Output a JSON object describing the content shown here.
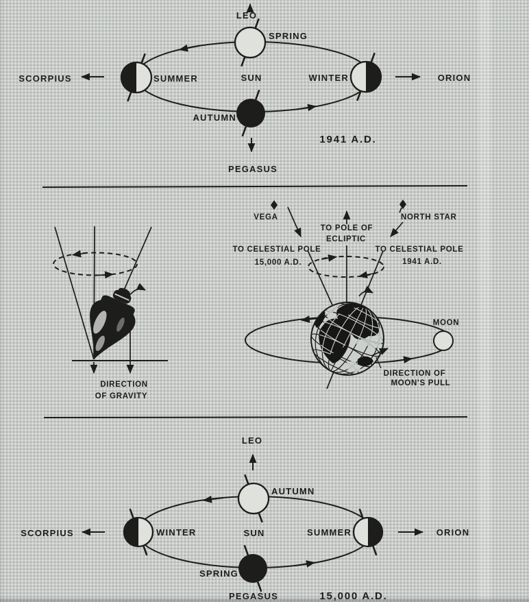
{
  "page": {
    "background": "#c8cbc8",
    "ink": "#1d1d1b"
  },
  "panel_top_1941": {
    "era": "1941 A.D.",
    "sun": "SUN",
    "constellation_top": "LEO",
    "constellation_left": "SCORPIUS",
    "constellation_right": "ORION",
    "constellation_bottom": "PEGASUS",
    "season_top": "SPRING",
    "season_left": "SUMMER",
    "season_right": "WINTER",
    "season_bottom": "AUTUMN"
  },
  "panel_middle": {
    "spinning_top": {
      "gravity_1": "DIRECTION",
      "gravity_2": "OF GRAVITY"
    },
    "earth": {
      "vega": "VEGA",
      "north_star": "NORTH STAR",
      "pole_of_ecliptic_1": "TO POLE OF",
      "pole_of_ecliptic_2": "ECLIPTIC",
      "celestial_pole_future_1": "TO CELESTIAL POLE",
      "celestial_pole_future_2": "15,000 A.D.",
      "celestial_pole_now_1": "TO CELESTIAL POLE",
      "celestial_pole_now_2": "1941 A.D.",
      "moon": "MOON",
      "moons_pull_1": "DIRECTION OF",
      "moons_pull_2": "MOON'S PULL"
    }
  },
  "panel_bottom_15000": {
    "era": "15,000 A.D.",
    "sun": "SUN",
    "constellation_top": "LEO",
    "constellation_left": "SCORPIUS",
    "constellation_right": "ORION",
    "constellation_bottom": "PEGASUS",
    "season_top": "AUTUMN",
    "season_left": "WINTER",
    "season_right": "SUMMER",
    "season_bottom": "SPRING"
  }
}
